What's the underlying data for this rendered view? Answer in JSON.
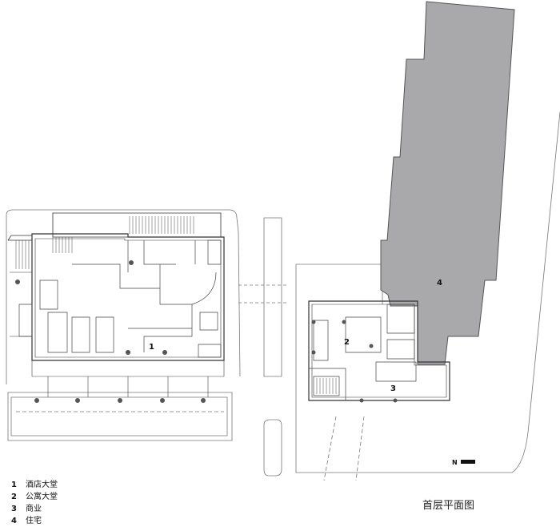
{
  "title": "首层平面图",
  "north_label": "N",
  "zones": [
    {
      "num": "1",
      "name": "酒店大堂"
    },
    {
      "num": "2",
      "name": "公寓大堂"
    },
    {
      "num": "3",
      "name": "商业"
    },
    {
      "num": "4",
      "name": "住宅"
    }
  ],
  "colors": {
    "residential_fill": "#a9a9ab",
    "line": "#333333"
  }
}
